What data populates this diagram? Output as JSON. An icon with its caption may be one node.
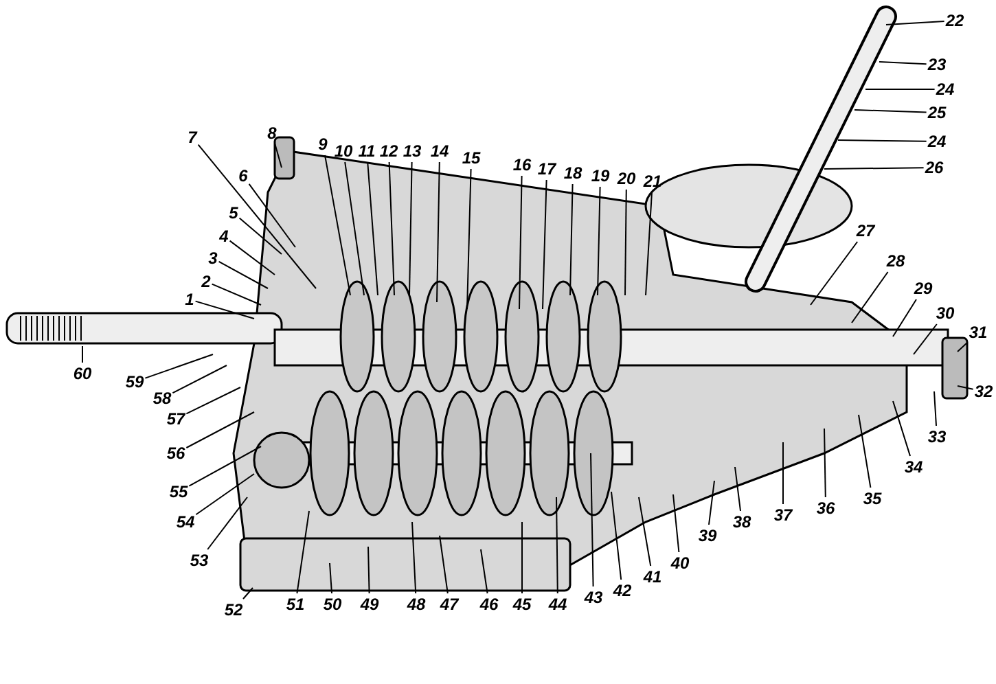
{
  "diagram": {
    "nodes": [
      {
        "text": [
          "1"
        ]
      },
      {
        "text": [
          "2"
        ]
      },
      {
        "text": [
          "3"
        ]
      },
      {
        "text": [
          "4"
        ]
      },
      {
        "text": [
          "5"
        ]
      },
      {
        "text": [
          "6"
        ]
      },
      {
        "text": [
          "7"
        ]
      },
      {
        "text": [
          "8"
        ]
      },
      {
        "text": [
          "9"
        ]
      },
      {
        "text": [
          "10"
        ]
      },
      {
        "text": [
          "11"
        ]
      },
      {
        "text": [
          "12"
        ]
      },
      {
        "text": [
          "13"
        ]
      },
      {
        "text": [
          "14"
        ]
      },
      {
        "text": [
          "15"
        ]
      },
      {
        "text": [
          "16"
        ]
      },
      {
        "text": [
          "17"
        ]
      },
      {
        "text": [
          "18"
        ]
      },
      {
        "text": [
          "19"
        ]
      },
      {
        "text": [
          "20"
        ]
      },
      {
        "text": [
          "21"
        ]
      },
      {
        "text": [
          "22"
        ]
      },
      {
        "text": [
          "23"
        ]
      },
      {
        "text": [
          "24"
        ]
      },
      {
        "text": [
          "25"
        ]
      },
      {
        "text": [
          "24"
        ]
      },
      {
        "text": [
          "26"
        ]
      },
      {
        "text": [
          "27"
        ]
      },
      {
        "text": [
          "28"
        ]
      },
      {
        "text": [
          "29"
        ]
      },
      {
        "text": [
          "30"
        ]
      },
      {
        "text": [
          "31"
        ]
      },
      {
        "text": [
          "32"
        ]
      },
      {
        "text": [
          "33"
        ]
      },
      {
        "text": [
          "34"
        ]
      },
      {
        "text": [
          "35"
        ]
      },
      {
        "text": [
          "36"
        ]
      },
      {
        "text": [
          "37"
        ]
      },
      {
        "text": [
          "38"
        ]
      },
      {
        "text": [
          "39"
        ]
      },
      {
        "text": [
          "40"
        ]
      },
      {
        "text": [
          "41"
        ]
      },
      {
        "text": [
          "42"
        ]
      },
      {
        "text": [
          "43"
        ]
      },
      {
        "text": [
          "44"
        ]
      },
      {
        "text": [
          "45"
        ]
      },
      {
        "text": [
          "46"
        ]
      },
      {
        "text": [
          "47"
        ]
      },
      {
        "text": [
          "48"
        ]
      },
      {
        "text": [
          "49"
        ]
      },
      {
        "text": [
          "50"
        ]
      },
      {
        "text": [
          "51"
        ]
      },
      {
        "text": [
          "52"
        ]
      },
      {
        "text": [
          "53"
        ]
      },
      {
        "text": [
          "54"
        ]
      },
      {
        "text": [
          "55"
        ]
      },
      {
        "text": [
          "56"
        ]
      },
      {
        "text": [
          "57"
        ]
      },
      {
        "text": [
          "58"
        ]
      },
      {
        "text": [
          "59"
        ]
      },
      {
        "text": [
          "60"
        ]
      }
    ],
    "edges": [
      {
        "from": 0,
        "to": null,
        "arrow": "none"
      },
      {
        "from": 1,
        "to": null,
        "arrow": "none"
      },
      {
        "from": 2,
        "to": null,
        "arrow": "none"
      },
      {
        "from": 3,
        "to": null,
        "arrow": "none"
      },
      {
        "from": 4,
        "to": null,
        "arrow": "none"
      },
      {
        "from": 5,
        "to": null,
        "arrow": "none"
      },
      {
        "from": 6,
        "to": null,
        "arrow": "none"
      },
      {
        "from": 7,
        "to": null,
        "arrow": "none"
      },
      {
        "from": 8,
        "to": null,
        "arrow": "none"
      },
      {
        "from": 9,
        "to": null,
        "arrow": "none"
      },
      {
        "from": 10,
        "to": null,
        "arrow": "none"
      },
      {
        "from": 11,
        "to": null,
        "arrow": "none"
      },
      {
        "from": 12,
        "to": null,
        "arrow": "none"
      },
      {
        "from": 13,
        "to": null,
        "arrow": "none"
      },
      {
        "from": 14,
        "to": null,
        "arrow": "none"
      },
      {
        "from": 15,
        "to": null,
        "arrow": "none"
      },
      {
        "from": 16,
        "to": null,
        "arrow": "none"
      },
      {
        "from": 17,
        "to": null,
        "arrow": "none"
      },
      {
        "from": 18,
        "to": null,
        "arrow": "none"
      },
      {
        "from": 19,
        "to": null,
        "arrow": "none"
      },
      {
        "from": 20,
        "to": null,
        "arrow": "none"
      },
      {
        "from": 21,
        "to": null,
        "arrow": "none"
      },
      {
        "from": 22,
        "to": null,
        "arrow": "none"
      },
      {
        "from": 23,
        "to": null,
        "arrow": "none"
      },
      {
        "from": 24,
        "to": null,
        "arrow": "none"
      },
      {
        "from": 25,
        "to": null,
        "arrow": "none"
      },
      {
        "from": 26,
        "to": null,
        "arrow": "none"
      },
      {
        "from": 27,
        "to": null,
        "arrow": "none"
      },
      {
        "from": 28,
        "to": null,
        "arrow": "none"
      },
      {
        "from": 29,
        "to": null,
        "arrow": "none"
      },
      {
        "from": 30,
        "to": null,
        "arrow": "none"
      },
      {
        "from": 31,
        "to": null,
        "arrow": "none"
      },
      {
        "from": 32,
        "to": null,
        "arrow": "none"
      },
      {
        "from": 33,
        "to": null,
        "arrow": "none"
      },
      {
        "from": 34,
        "to": null,
        "arrow": "none"
      },
      {
        "from": 35,
        "to": null,
        "arrow": "none"
      },
      {
        "from": 36,
        "to": null,
        "arrow": "none"
      },
      {
        "from": 37,
        "to": null,
        "arrow": "none"
      },
      {
        "from": 38,
        "to": null,
        "arrow": "none"
      },
      {
        "from": 39,
        "to": null,
        "arrow": "none"
      },
      {
        "from": 40,
        "to": null,
        "arrow": "none"
      },
      {
        "from": 41,
        "to": null,
        "arrow": "none"
      },
      {
        "from": 42,
        "to": null,
        "arrow": "none"
      },
      {
        "from": 43,
        "to": null,
        "arrow": "none"
      },
      {
        "from": 44,
        "to": null,
        "arrow": "none"
      },
      {
        "from": 45,
        "to": null,
        "arrow": "none"
      },
      {
        "from": 46,
        "to": null,
        "arrow": "none"
      },
      {
        "from": 47,
        "to": null,
        "arrow": "none"
      },
      {
        "from": 48,
        "to": null,
        "arrow": "none"
      },
      {
        "from": 49,
        "to": null,
        "arrow": "none"
      },
      {
        "from": 50,
        "to": null,
        "arrow": "none"
      },
      {
        "from": 51,
        "to": null,
        "arrow": "none"
      },
      {
        "from": 52,
        "to": null,
        "arrow": "none"
      },
      {
        "from": 53,
        "to": null,
        "arrow": "none"
      },
      {
        "from": 54,
        "to": null,
        "arrow": "none"
      },
      {
        "from": 55,
        "to": null,
        "arrow": "none"
      },
      {
        "from": 56,
        "to": null,
        "arrow": "none"
      },
      {
        "from": 57,
        "to": null,
        "arrow": "none"
      },
      {
        "from": 58,
        "to": null,
        "arrow": "none"
      },
      {
        "from": 59,
        "to": null,
        "arrow": "none"
      },
      {
        "from": 60,
        "to": null,
        "arrow": "none"
      }
    ]
  }
}
